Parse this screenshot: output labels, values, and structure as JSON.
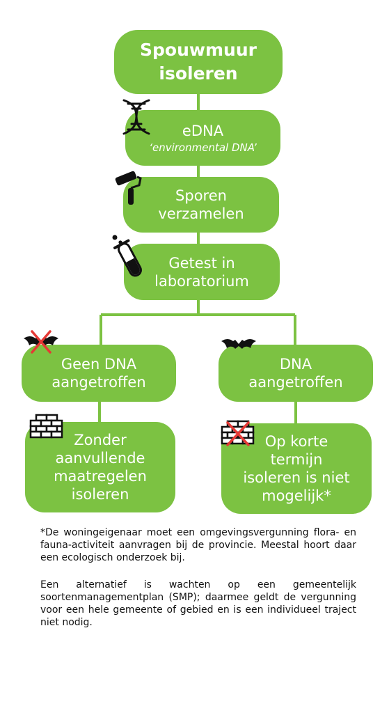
{
  "title": [
    "Spouwmuur",
    "isoleren"
  ],
  "steps": [
    {
      "lines": [
        "eDNA"
      ],
      "subtitle": "‘environmental DNA’",
      "icon": "dna-helix-icon"
    },
    {
      "lines": [
        "Sporen",
        "verzamelen"
      ],
      "icon": "paint-roller-icon"
    },
    {
      "lines": [
        "Getest in",
        "laboratorium"
      ],
      "icon": "test-tube-icon"
    }
  ],
  "branches": {
    "left": {
      "result": [
        "Geen DNA",
        "aangetroffen"
      ],
      "result_icon": "crossed-bat-icon",
      "action": [
        "Zonder",
        "aanvullende",
        "maatregelen",
        "isoleren"
      ],
      "action_icon": "brick-wall-icon"
    },
    "right": {
      "result": [
        "DNA",
        "aangetroffen"
      ],
      "result_icon": "bat-icon",
      "action": [
        "Op korte",
        "termijn",
        "isoleren is niet",
        "mogelijk*"
      ],
      "action_icon": "crossed-brick-wall-icon"
    }
  },
  "footnote": "*De woningeigenaar moet een omgevingsvergunning flora- en fauna-activiteit aanvragen bij de provincie. Meestal hoort daar een ecologisch onderzoek bij.",
  "note": "Een alternatief is wachten op een gemeentelijk soortenmanagementplan (SMP); daarmee geldt de vergunning voor een hele gemeente of gebied en is een individueel traject niet nodig.",
  "colors": {
    "box": "#7cc242",
    "text": "#ffffff",
    "icon": "#111111",
    "cross": "#e53935"
  }
}
